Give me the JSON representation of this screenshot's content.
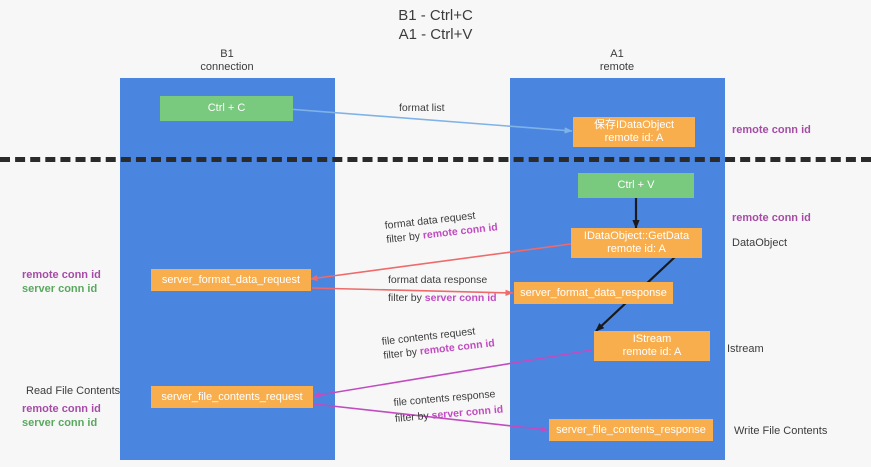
{
  "title": {
    "line1": "B1 - Ctrl+C",
    "line2": "A1 - Ctrl+V"
  },
  "lanes": [
    {
      "id": "b1",
      "name": "B1",
      "sub": "connection",
      "color": "#4a86e0"
    },
    {
      "id": "a1",
      "name": "A1",
      "sub": "remote",
      "color": "#4a86e0"
    }
  ],
  "boxes": {
    "ctrl_c": {
      "line1": "Ctrl + C",
      "color": "#79c97e"
    },
    "ctrl_v": {
      "line1": "Ctrl + V",
      "color": "#79c97e"
    },
    "save_idataobject": {
      "line1": "保存IDataObject",
      "line2": "remote id: A",
      "color": "#f9ae4d"
    },
    "getdata": {
      "line1": "IDataObject::GetData",
      "line2": "remote id: A",
      "color": "#f9ae4d"
    },
    "istream": {
      "line1": "IStream",
      "line2": "remote id: A",
      "color": "#f9ae4d"
    },
    "server_format_data_request": {
      "line1": "server_format_data_request",
      "color": "#f9ae4d"
    },
    "server_format_data_response": {
      "line1": "server_format_data_response",
      "color": "#f9ae4d"
    },
    "server_file_contents_request": {
      "line1": "server_file_contents_request",
      "color": "#f9ae4d"
    },
    "server_file_contents_response": {
      "line1": "server_file_contents_response",
      "color": "#f9ae4d"
    }
  },
  "edge_labels": {
    "format_list": "format list",
    "format_data_request": "format data request",
    "format_data_request_filter_prefix": "filter by ",
    "format_data_request_filter_key": "remote conn id",
    "format_data_response": "format data response",
    "format_data_response_filter_prefix": "filter by ",
    "format_data_response_filter_key": "server conn id",
    "file_contents_request": "file contents request",
    "file_contents_request_filter_prefix": "filter by ",
    "file_contents_request_filter_key": "remote conn id",
    "file_contents_response": "file contents response",
    "file_contents_response_filter_prefix": "filter by ",
    "file_contents_response_filter_key": "server conn id"
  },
  "notes": {
    "right_remote_conn_id_top": "remote conn id",
    "right_remote_conn_id_mid": "remote conn id",
    "right_dataobject": "DataObject",
    "right_istream": "Istream",
    "right_write_file_contents": "Write File Contents",
    "left_remote_conn_id": "remote conn id",
    "left_server_conn_id": "server conn id",
    "left_read_file_contents": "Read File Contents",
    "left_remote_conn_id_2": "remote conn id",
    "left_server_conn_id_2": "server conn id"
  },
  "colors": {
    "lane": "#4a86e0",
    "green_box": "#79c97e",
    "orange_box": "#f9ae4d",
    "purple_text": "#a64ca6",
    "green_text": "#5aa85f",
    "blue_arrow": "#7fb3e8",
    "red_arrow": "#ef6a6a",
    "magenta_arrow": "#c04cc0",
    "black_arrow": "#1a1a1a",
    "divider": "#2b2b2b",
    "background": "#f7f7f7"
  }
}
